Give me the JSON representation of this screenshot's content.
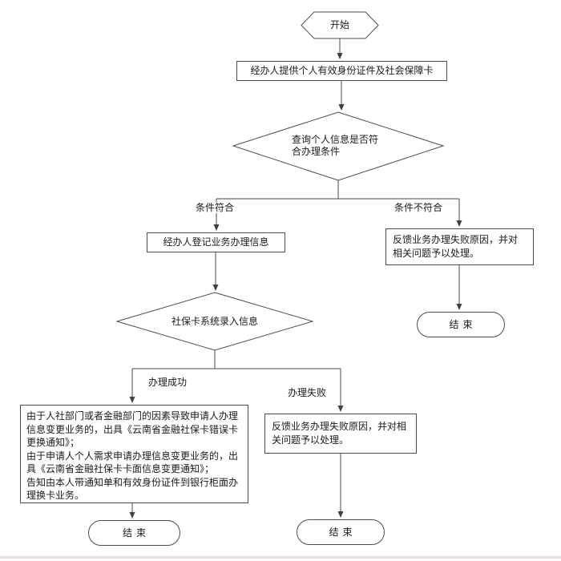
{
  "flowchart": {
    "start": {
      "label": "开始"
    },
    "provide_documents": {
      "label": "经办人提供个人有效身份证件及社会保障卡"
    },
    "decision_query": {
      "label": "查询个人信息是否符合办理条件"
    },
    "branch_labels": {
      "condition_met": "条件符合",
      "condition_not_met": "条件不符合",
      "process_success": "办理成功",
      "process_failure": "办理失败"
    },
    "register_info": {
      "label": "经办人登记业务办理信息"
    },
    "feedback_failure_right": {
      "label": "反馈业务办理失败原因，并对相关问题予以处理。"
    },
    "end_right": {
      "label": "结束"
    },
    "decision_entry": {
      "label": "社保卡系统录入信息"
    },
    "success_notice": {
      "label": "由于人社部门或者金融部门的因素导致申请人办理信息变更业务的，出具《云南省金融社保卡错误卡更换通知》；\n由于申请人个人需求申请办理信息变更业务的，出具《云南省金融社保卡卡面信息变更通知》；\n告知由本人带通知单和有效身份证件到银行柜面办理换卡业务。"
    },
    "feedback_failure_bottom": {
      "label": "反馈业务办理失败原因，并对相关问题予以处理。"
    },
    "end_left": {
      "label": "结束"
    },
    "end_middle": {
      "label": "结束"
    }
  }
}
